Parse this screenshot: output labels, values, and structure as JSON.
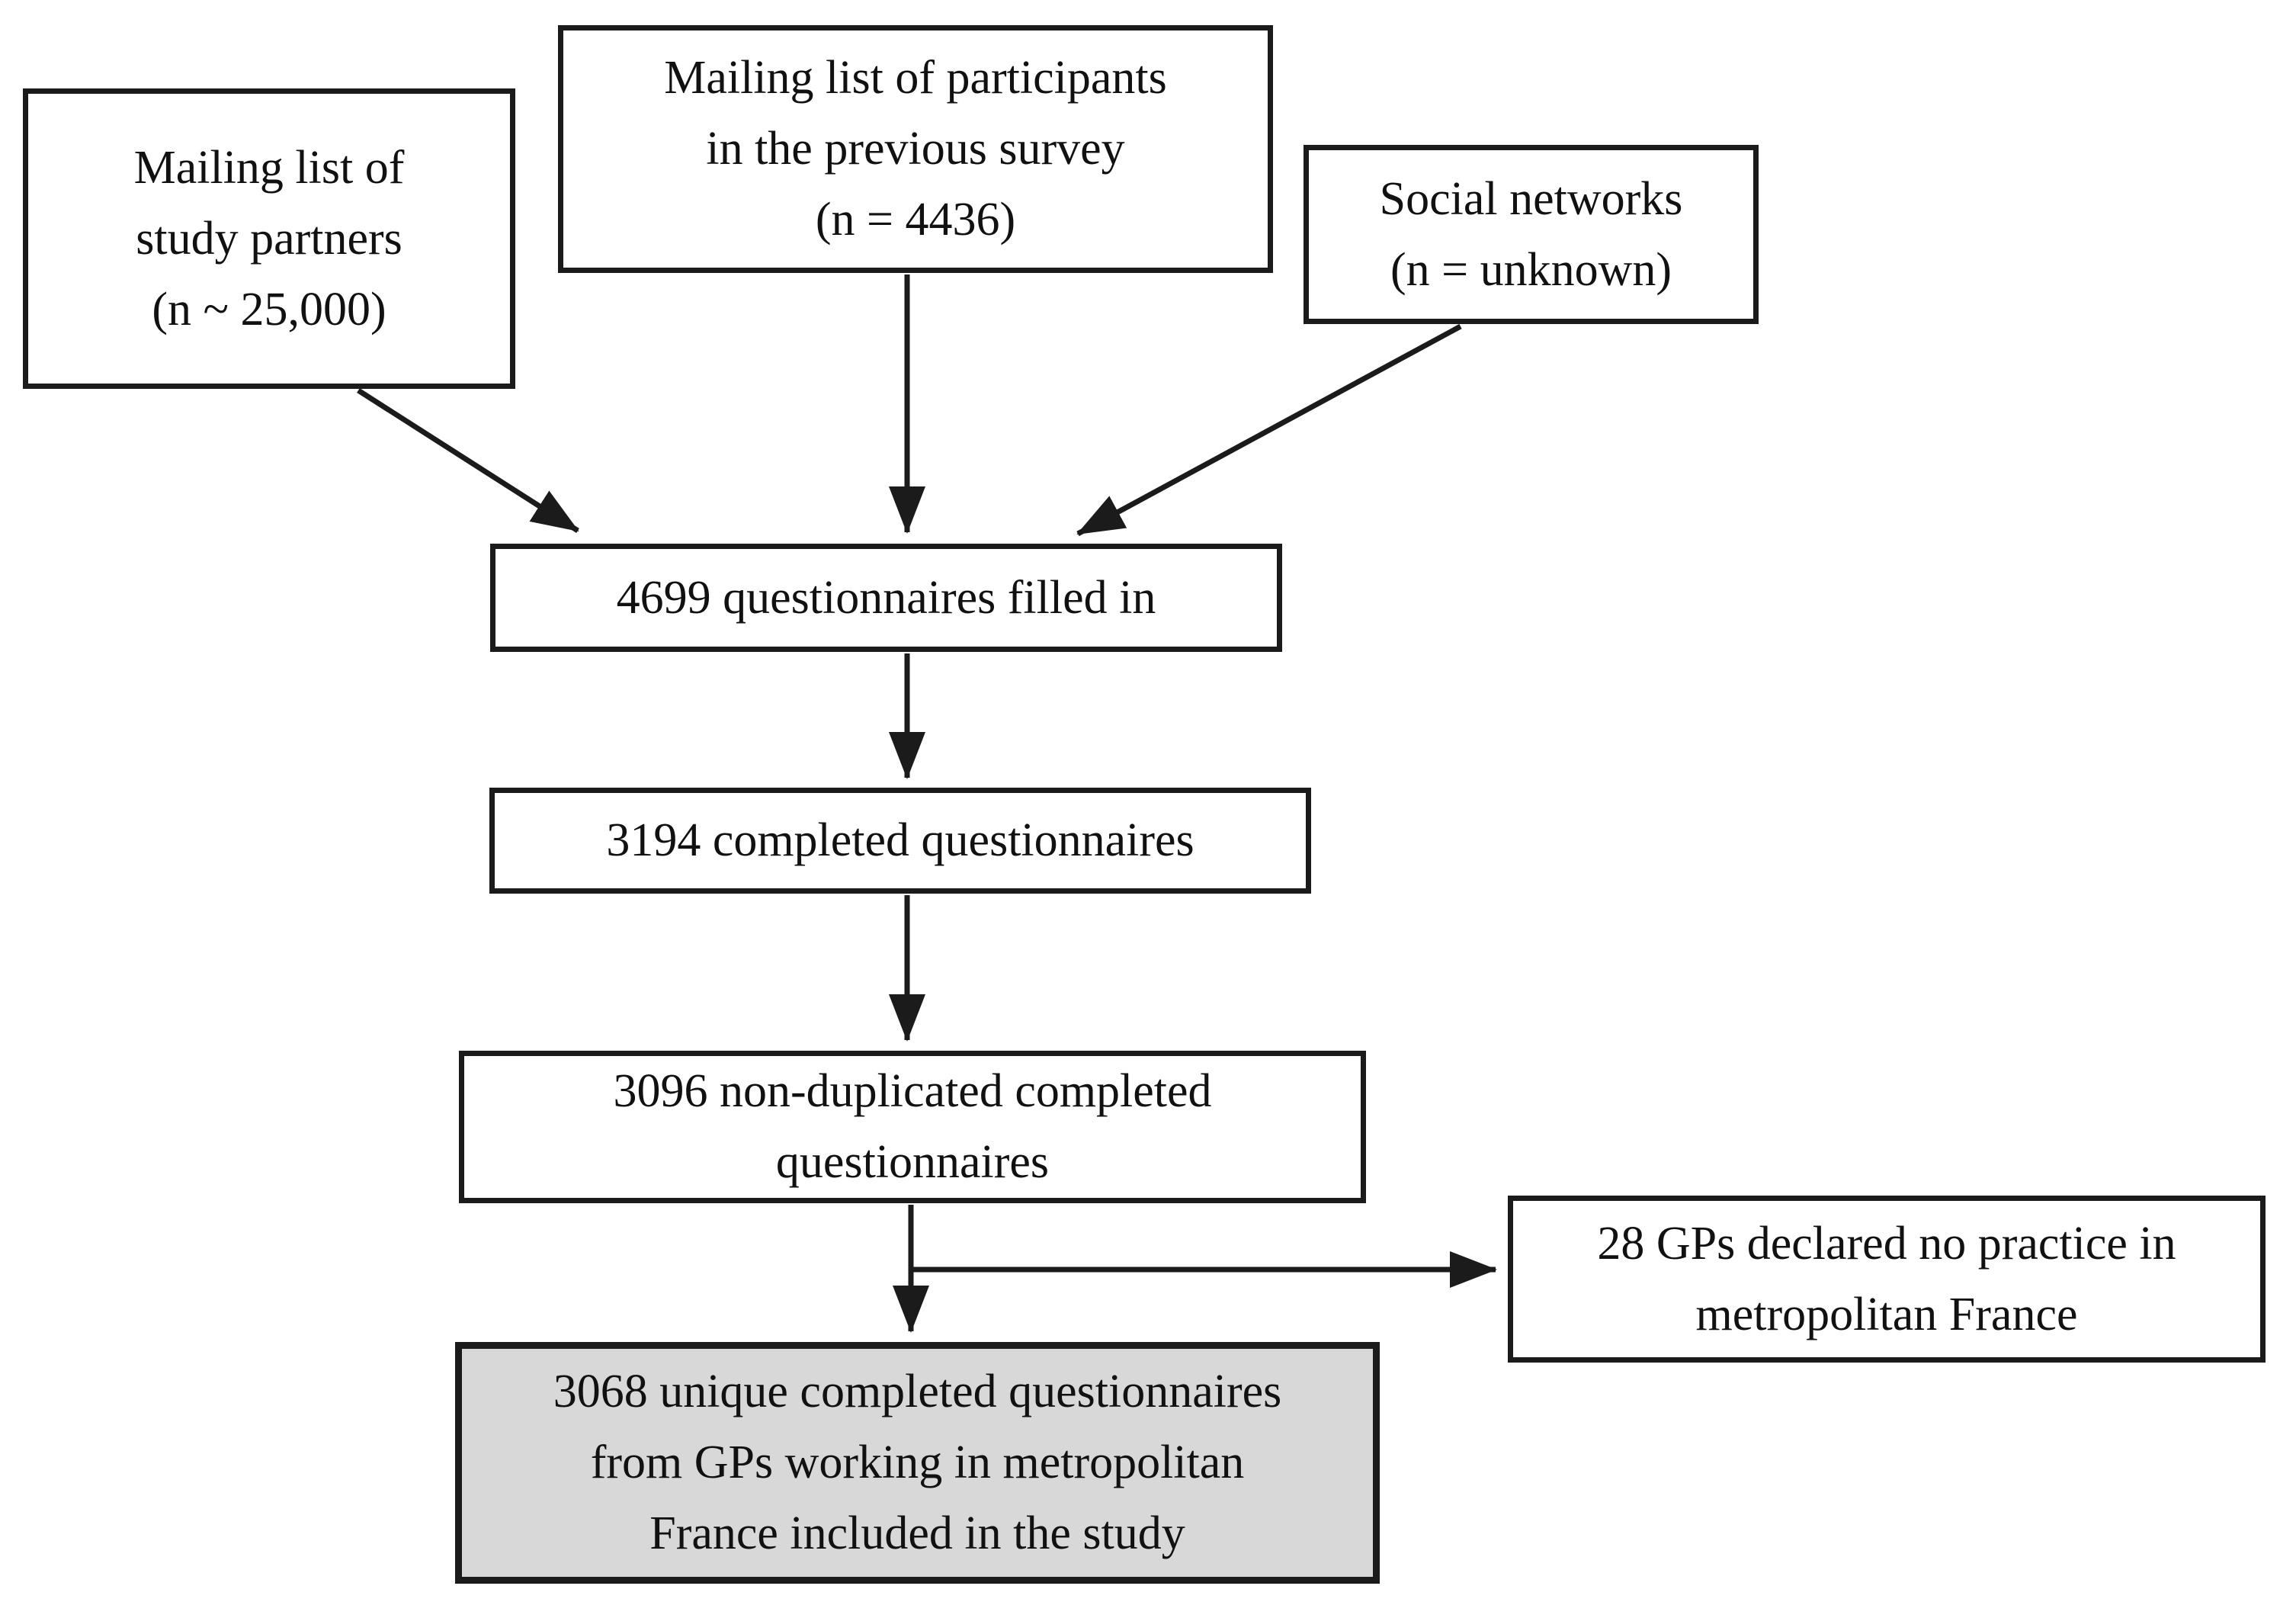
{
  "colors": {
    "background": "#ffffff",
    "line": "#1b1b1b",
    "box_fill": "#ffffff",
    "highlight_fill": "#d8d8d8",
    "text": "#111111"
  },
  "nodes": {
    "mailing_list_partners": {
      "label": "Mailing list of\nstudy partners\n(n ~ 25,000)"
    },
    "mailing_list_previous_survey": {
      "label": "Mailing list of participants\nin the previous survey\n(n = 4436)"
    },
    "social_networks": {
      "label": "Social networks\n(n = unknown)"
    },
    "questionnaires_filled": {
      "label": "4699 questionnaires filled in"
    },
    "questionnaires_completed": {
      "label": "3194 completed questionnaires"
    },
    "questionnaires_non_duplicated": {
      "label": "3096 non-duplicated completed\nquestionnaires"
    },
    "excluded_no_practice": {
      "label": "28 GPs declared no practice in\nmetropolitan France"
    },
    "included_final": {
      "label": "3068 unique completed questionnaires\nfrom GPs working in metropolitan\nFrance included in the study"
    }
  },
  "edges": [
    {
      "from": "mailing_list_partners",
      "to": "questionnaires_filled"
    },
    {
      "from": "mailing_list_previous_survey",
      "to": "questionnaires_filled"
    },
    {
      "from": "social_networks",
      "to": "questionnaires_filled"
    },
    {
      "from": "questionnaires_filled",
      "to": "questionnaires_completed"
    },
    {
      "from": "questionnaires_completed",
      "to": "questionnaires_non_duplicated"
    },
    {
      "from": "questionnaires_non_duplicated",
      "to": "included_final"
    },
    {
      "from": "questionnaires_non_duplicated",
      "to": "excluded_no_practice"
    }
  ]
}
